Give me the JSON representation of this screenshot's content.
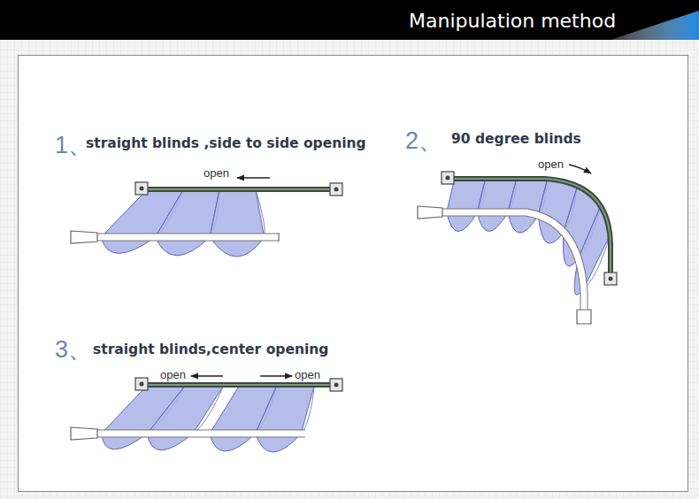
{
  "diagram": {
    "title": "Manipulation method",
    "labels": [
      "1、",
      "straight blinds ,side to side opening",
      "open",
      "2、",
      "90 degree blinds",
      "open",
      "3、",
      "straight blinds,center opening",
      "open",
      "open"
    ]
  }
}
